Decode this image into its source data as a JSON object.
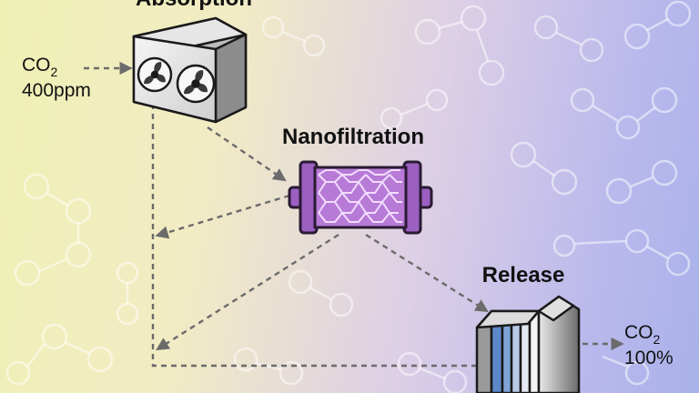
{
  "stages": {
    "absorption": "Absorption",
    "nanofiltration": "Nanofiltration",
    "release": "Release"
  },
  "input": {
    "species": "CO",
    "subscript": "2",
    "concentration": "400ppm"
  },
  "output": {
    "species": "CO",
    "subscript": "2",
    "concentration": "100%"
  },
  "icons": {
    "absorber": "air-contactor-fan-icon",
    "filter": "nanofiltration-membrane-icon",
    "release": "electrochemical-stack-icon"
  },
  "colors": {
    "arrow": "#6b6b6b",
    "filter_fill": "#b77ad6",
    "filter_stroke": "#2a1a33",
    "stack_blue": "#4f7fc0"
  }
}
